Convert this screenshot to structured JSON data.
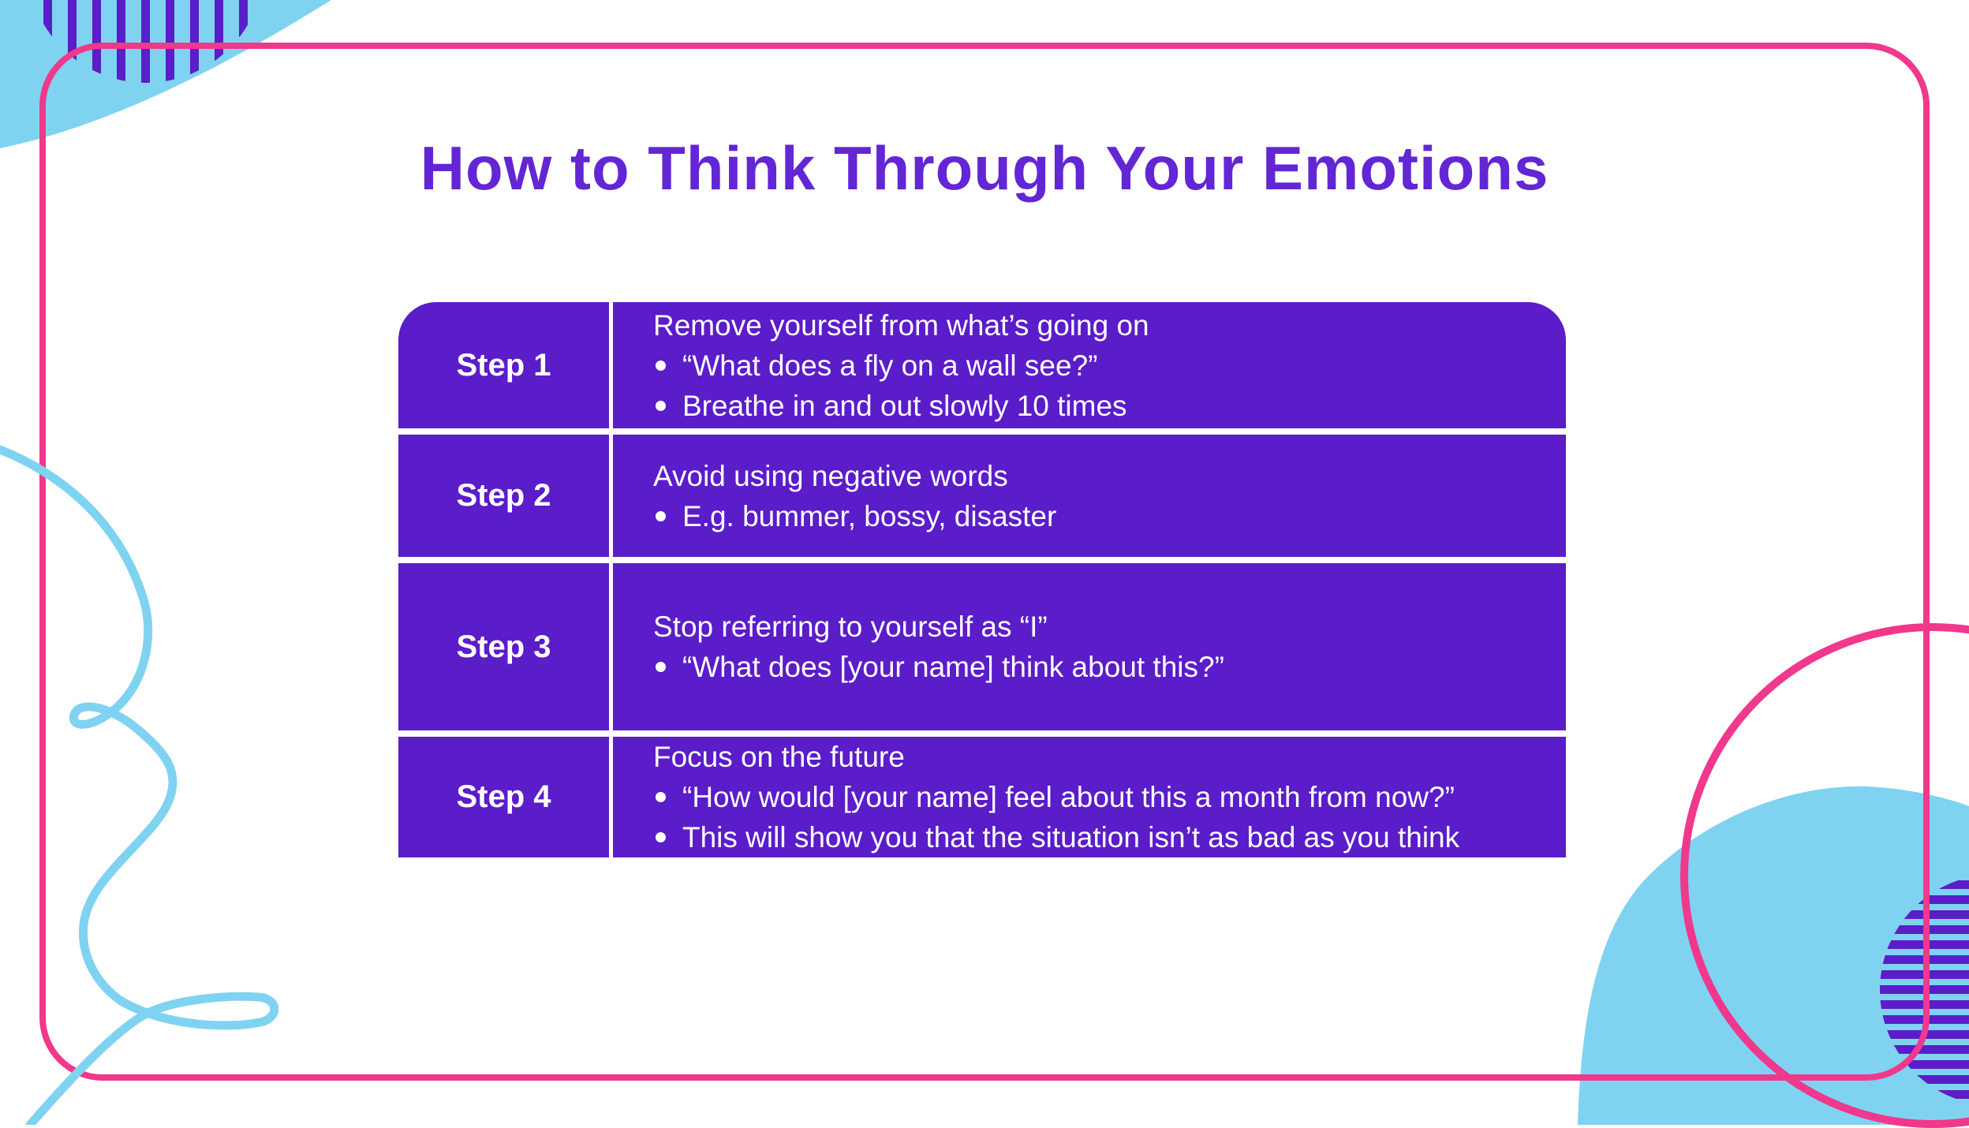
{
  "page": {
    "title": "How to Think Through Your Emotions"
  },
  "colors": {
    "table_purple": "#5B1CC9",
    "stripe_purple": "#5A1DC8",
    "title_purple": "#6226D5",
    "accent_pink": "#F0388C",
    "accent_light_blue": "#7FD3F1",
    "text_white": "#FFFFFF",
    "background": "#FFFFFF"
  },
  "table": {
    "rows": [
      {
        "step": "Step 1",
        "intro": "Remove yourself from what’s going on",
        "bullets": [
          "“What does a fly on a wall see?”",
          "Breathe in and out slowly 10 times"
        ]
      },
      {
        "step": "Step 2",
        "intro": "Avoid using negative words",
        "bullets": [
          "E.g. bummer, bossy, disaster"
        ]
      },
      {
        "step": "Step 3",
        "intro": "Stop referring to yourself as “I”",
        "bullets": [
          "“What does [your name] think about this?”"
        ]
      },
      {
        "step": "Step 4",
        "intro": "Focus on the future",
        "bullets": [
          "“How would [your name] feel about this a month from now?”",
          "This will show you that the situation isn’t as bad as you think"
        ]
      }
    ]
  },
  "decorations": {
    "top_left": [
      "light-blue-blob",
      "purple-striped-circle",
      "pink-rounded-frame"
    ],
    "bottom_left": [
      "light-blue-squiggle-line"
    ],
    "bottom_right": [
      "light-blue-blob",
      "purple-striped-circle",
      "pink-circle-outline"
    ]
  }
}
